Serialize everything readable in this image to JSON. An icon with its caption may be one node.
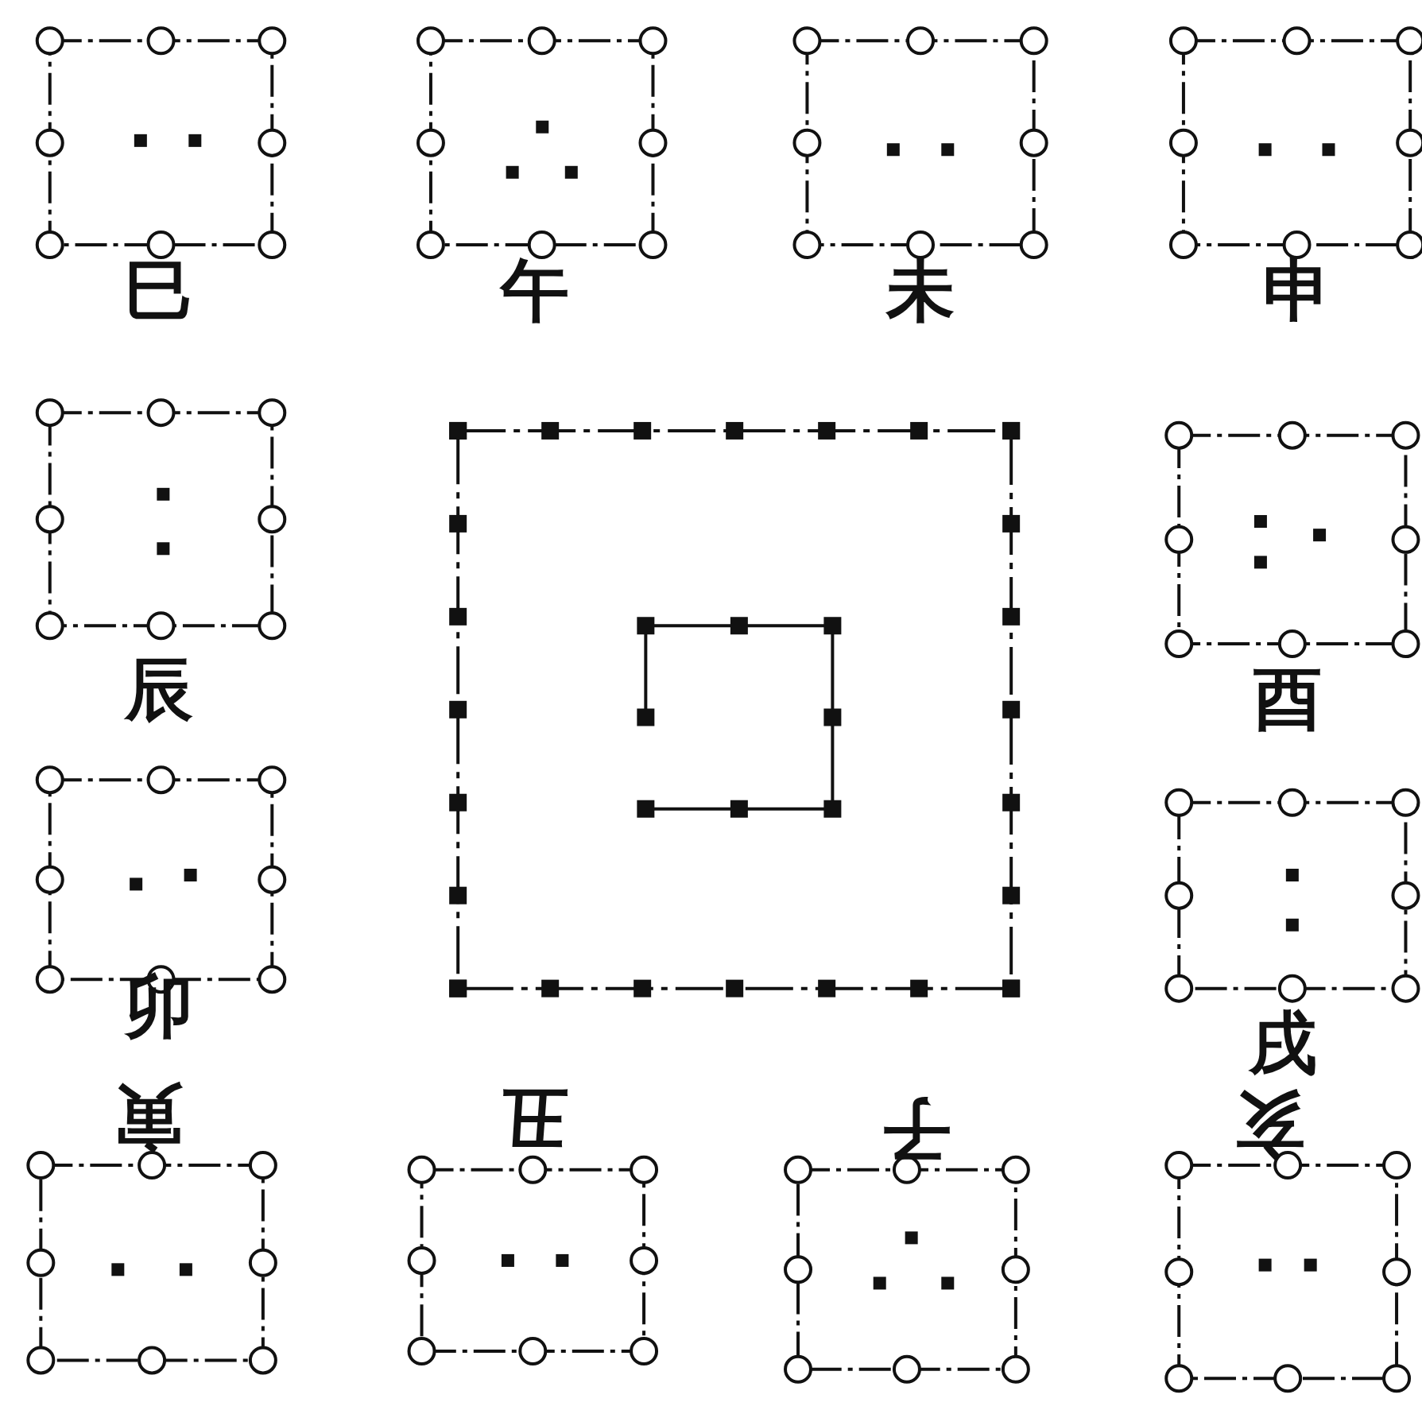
{
  "diagram": {
    "labels": [
      "巳",
      "午",
      "未",
      "申",
      "辰",
      "酉",
      "卯",
      "戌",
      "寅",
      "丑",
      "子",
      "亥"
    ]
  }
}
